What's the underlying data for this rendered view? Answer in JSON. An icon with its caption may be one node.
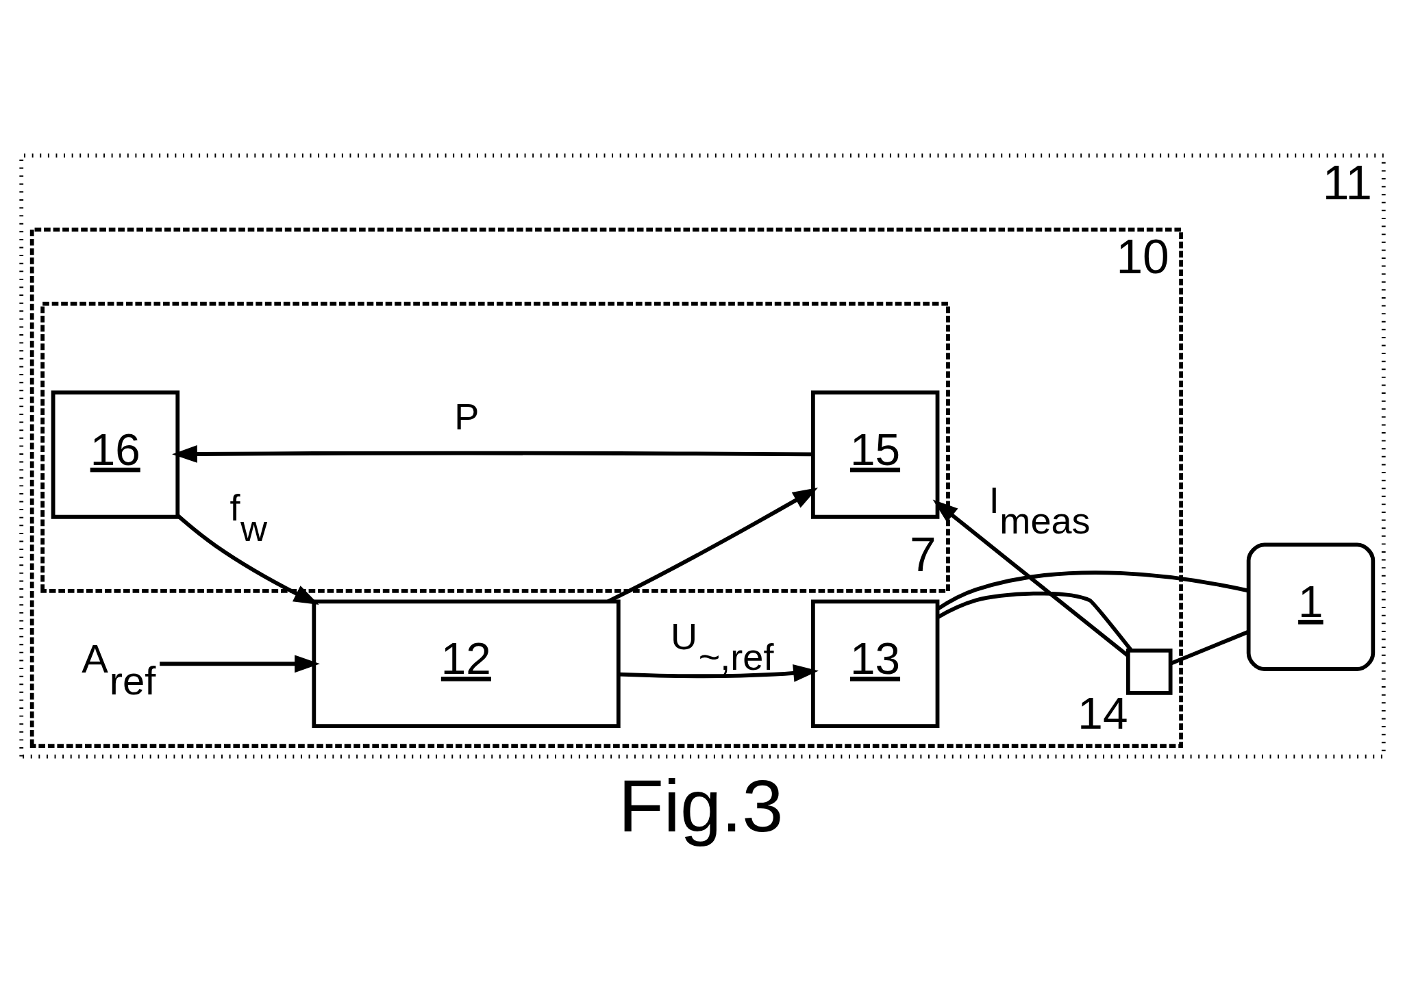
{
  "diagram": {
    "caption": "Fig.3",
    "nodes": [
      {
        "text": [
          "11"
        ]
      },
      {
        "text": [
          "10"
        ],
        "in": 0
      },
      {
        "text": [
          "A$_{ref}$"
        ],
        "in": 1
      },
      {
        "text": [
          "12"
        ],
        "in": 1
      },
      {
        "text": [
          "13"
        ],
        "in": 1
      },
      {
        "text": [
          "1"
        ],
        "in": 0
      },
      {
        "text": [],
        "shape": "box",
        "in": 1,
        "beside": [
          "14"
        ]
      },
      {
        "text": [
          "7"
        ],
        "in": 1
      },
      {
        "text": [
          "16"
        ],
        "in": 7
      },
      {
        "text": [
          "15"
        ],
        "in": 7
      }
    ],
    "edges": [
      {
        "from": 2,
        "to": 3,
        "arrow": "to"
      },
      {
        "from": 8,
        "to": 3,
        "arrow": "to",
        "label": "f$_{w}$"
      },
      {
        "from": 3,
        "to": 4,
        "arrow": "to",
        "label": "U$_{~,ref}$"
      },
      {
        "from": 3,
        "to": 9,
        "arrow": "to"
      },
      {
        "from": 4,
        "to": 5,
        "arrow": "none"
      },
      {
        "from": 4,
        "to": 6,
        "arrow": "none"
      },
      {
        "from": 6,
        "to": 5,
        "arrow": "none"
      },
      {
        "from": 6,
        "to": 9,
        "arrow": "to",
        "label": "I$_{meas}$"
      },
      {
        "from": 9,
        "to": 8,
        "arrow": "to",
        "label": "P"
      }
    ]
  }
}
